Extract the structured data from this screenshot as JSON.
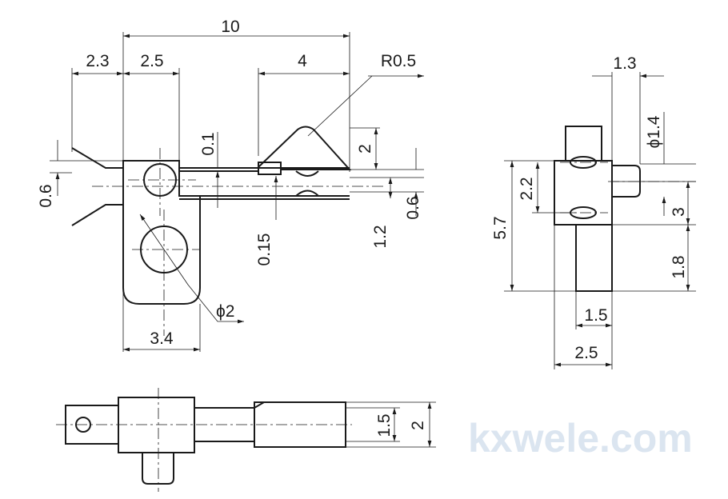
{
  "watermark": "kxwele.com",
  "front_view": {
    "dims": {
      "overall_length": "10",
      "left_lead": "2.3",
      "body_width": "2.5",
      "actuator_length": "4",
      "radius": "R0.5",
      "strip_thickness": "0.1",
      "actuator_height": "2",
      "left_offset": "0.6",
      "gap": "0.15",
      "spacing": "1.2",
      "right_offset": "0.6",
      "hole_diameter": "ϕ2",
      "tab_width": "3.4"
    }
  },
  "side_view": {
    "dims": {
      "top_offset": "1.3",
      "pin_diameter": "ϕ1.4",
      "slot_spacing": "2.2",
      "overall_height": "5.7",
      "pin_height": "3",
      "leg_height": "1.8",
      "leg_width": "1.5",
      "body_width": "2.5"
    }
  },
  "bottom_view": {
    "dims": {
      "shaft_width": "1.5",
      "end_width": "2"
    }
  }
}
